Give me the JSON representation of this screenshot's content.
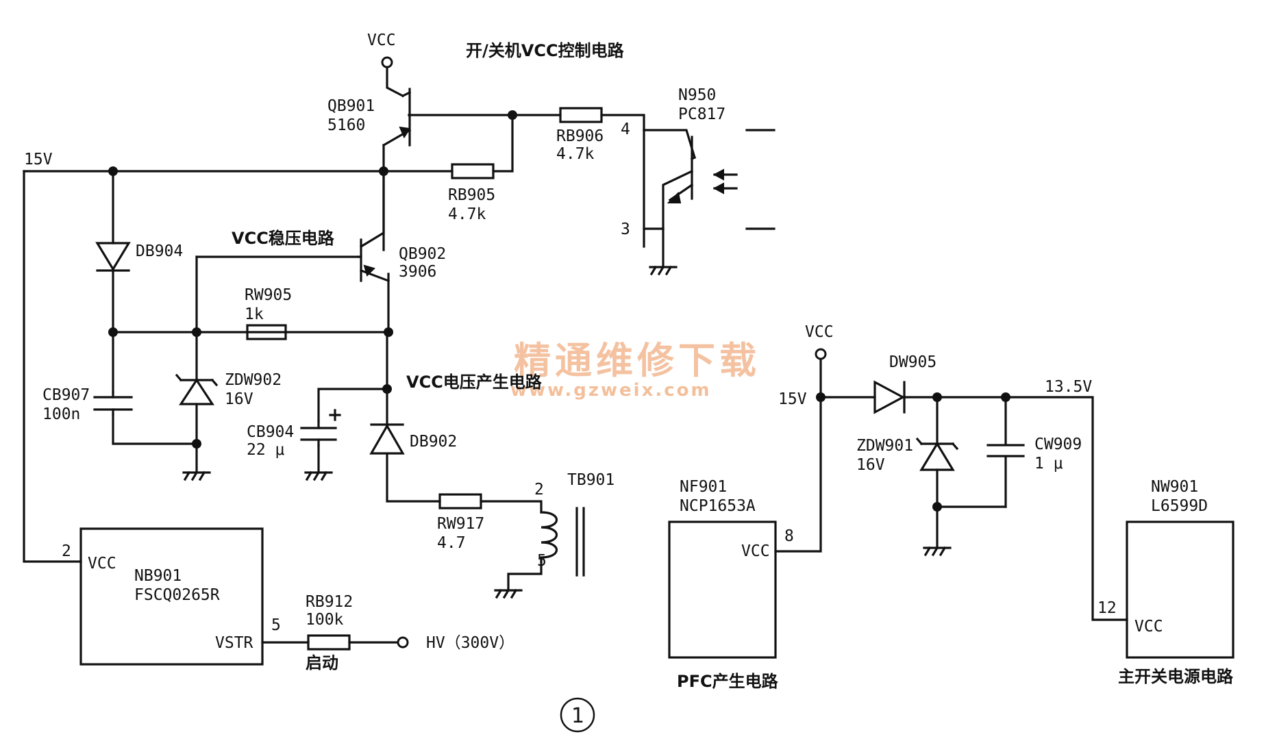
{
  "titles": {
    "onoff": "开/关机VCC控制电路",
    "regulator": "VCC稳压电路",
    "generator": "VCC电压产生电路",
    "pfc": "PFC产生电路",
    "main_smps": "主开关电源电路"
  },
  "rails": {
    "vcc_top": "VCC",
    "v15_left": "15V",
    "vcc_right": "VCC",
    "v15_right": "15V",
    "v13_5": "13.5V",
    "hv": "HV（300V）"
  },
  "components": {
    "qb901": {
      "ref": "QB901",
      "value": "5160"
    },
    "qb902": {
      "ref": "QB902",
      "value": "3906"
    },
    "rb906": {
      "ref": "RB906",
      "value": "4.7k"
    },
    "rb905": {
      "ref": "RB905",
      "value": "4.7k"
    },
    "rw905": {
      "ref": "RW905",
      "value": "1k"
    },
    "rw917": {
      "ref": "RW917",
      "value": "4.7"
    },
    "rb912": {
      "ref": "RB912",
      "value": "100k",
      "note": "启动"
    },
    "n950": {
      "ref": "N950",
      "value": "PC817",
      "pin4": "4",
      "pin3": "3"
    },
    "db904": {
      "ref": "DB904"
    },
    "db902": {
      "ref": "DB902"
    },
    "zdw902": {
      "ref": "ZDW902",
      "value": "16V"
    },
    "cb907": {
      "ref": "CB907",
      "value": "100n"
    },
    "cb904": {
      "ref": "CB904",
      "value": "22 μ",
      "polarity": "+"
    },
    "tb901": {
      "ref": "TB901",
      "pin2": "2",
      "pin5": "5"
    },
    "nb901": {
      "ref": "NB901",
      "value": "FSCQ0265R",
      "vcc": "VCC",
      "vstr": "VSTR",
      "pin2": "2",
      "pin5": "5"
    },
    "dw905": {
      "ref": "DW905"
    },
    "zdw901": {
      "ref": "ZDW901",
      "value": "16V"
    },
    "cw909": {
      "ref": "CW909",
      "value": "1 μ"
    },
    "nf901": {
      "ref": "NF901",
      "value": "NCP1653A",
      "vcc": "VCC",
      "pin8": "8"
    },
    "nw901": {
      "ref": "NW901",
      "value": "L6599D",
      "vcc": "VCC",
      "pin12": "12"
    }
  },
  "watermark": {
    "cn": "精通维修下载",
    "url": "www.gzweix.com"
  },
  "figure_number": "①"
}
